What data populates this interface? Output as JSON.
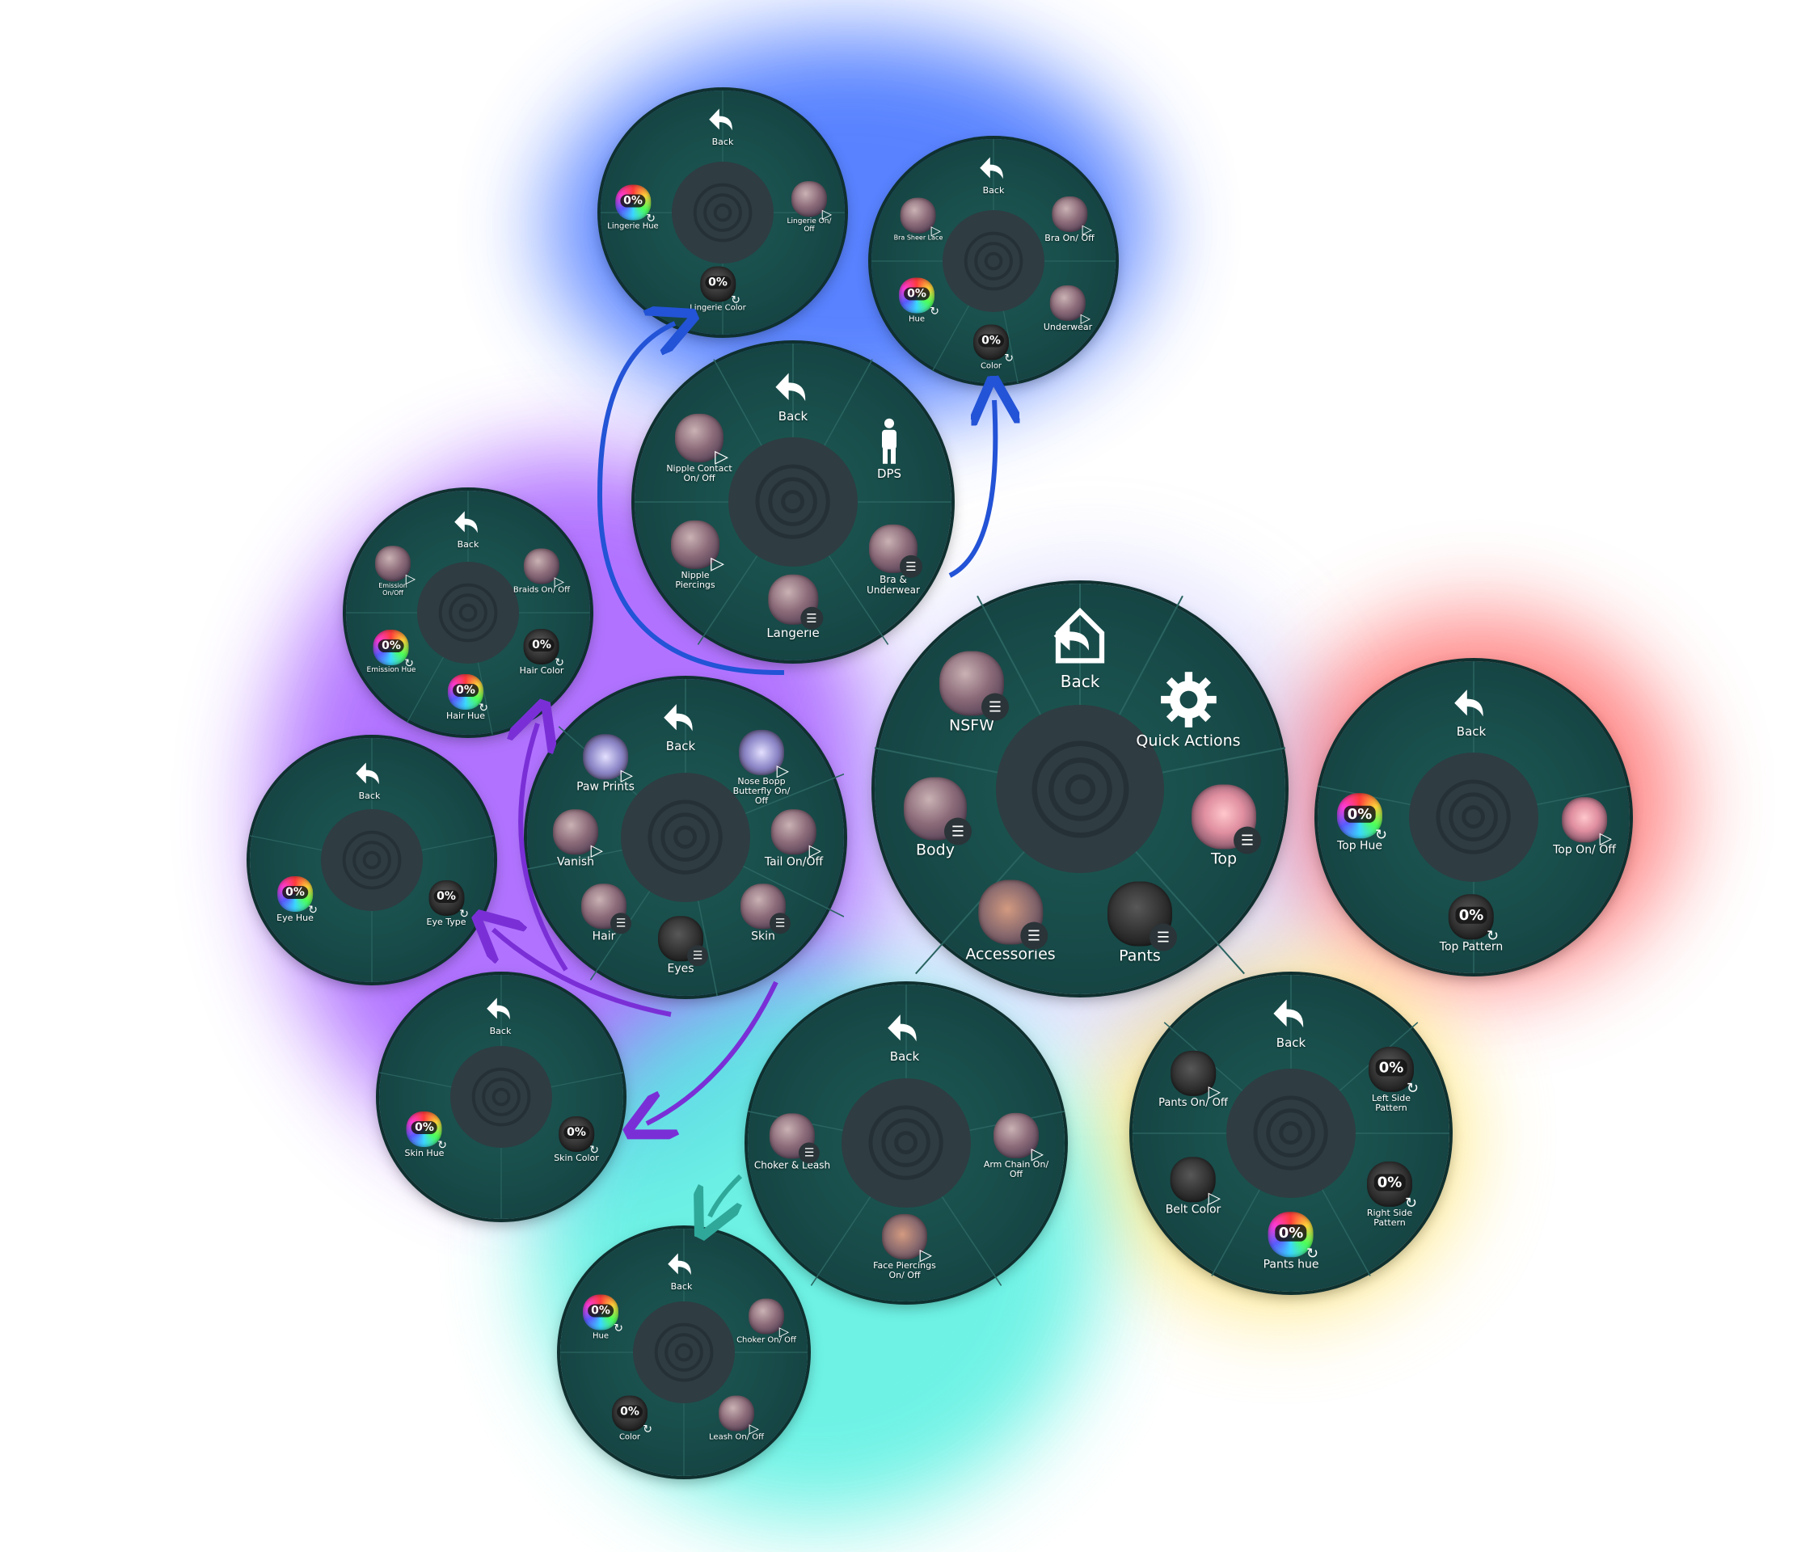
{
  "colors": {
    "panel": "#174a48",
    "hub": "#2f3c42",
    "text": "#ffffff",
    "arrow_blue": "#2353d6",
    "arrow_purple": "#7a2fd6",
    "arrow_teal": "#2fa89a"
  },
  "main": {
    "back_label": "Back",
    "items": {
      "nsfw": "NSFW",
      "quick_actions": "Quick Actions",
      "body": "Body",
      "top": "Top",
      "accessories": "Accessories",
      "pants": "Pants"
    }
  },
  "nsfw_menu": {
    "back_label": "Back",
    "items": {
      "nipple_contact": "Nipple Contact On/ Off",
      "dps": "DPS",
      "nipple_piercings": "Nipple Piercings",
      "bra_underwear": "Bra & Underwear",
      "langerie": "Langerie"
    }
  },
  "lingerie_menu": {
    "back_label": "Back",
    "items": {
      "lingerie_hue": "Lingerie Hue",
      "lingerie_onoff": "Lingerie On/ Off",
      "lingerie_color": "Lingerie Color"
    },
    "pct": {
      "hue": "0%",
      "color": "0%"
    }
  },
  "bra_menu": {
    "back_label": "Back",
    "items": {
      "bra_sheer_lace": "Bra Sheer Lace",
      "bra_onoff": "Bra On/ Off",
      "hue": "Hue",
      "underwear": "Underwear",
      "color": "Color"
    },
    "pct": {
      "hue": "0%",
      "color": "0%"
    }
  },
  "body_menu": {
    "back_label": "Back",
    "items": {
      "paw_prints": "Paw Prints",
      "nose_bopp": "Nose Bopp Butterfly On/ Off",
      "vanish": "Vanish",
      "tail": "Tail On/Off",
      "hair": "Hair",
      "skin": "Skin",
      "eyes": "Eyes"
    }
  },
  "hair_menu": {
    "back_label": "Back",
    "items": {
      "emission_onoff": "Emission On/Off",
      "braids": "Braids On/ Off",
      "emission_hue": "Emission Hue",
      "hair_color": "Hair Color",
      "hair_hue": "Hair Hue"
    },
    "pct": {
      "emission_hue": "0%",
      "hair_color": "0%",
      "hair_hue": "0%"
    }
  },
  "eyes_menu": {
    "back_label": "Back",
    "items": {
      "eye_hue": "Eye Hue",
      "eye_type": "Eye Type"
    },
    "pct": {
      "eye_hue": "0%",
      "eye_type": "0%"
    }
  },
  "skin_menu": {
    "back_label": "Back",
    "items": {
      "skin_hue": "Skin Hue",
      "skin_color": "Skin Color"
    },
    "pct": {
      "skin_hue": "0%",
      "skin_color": "0%"
    }
  },
  "top_menu": {
    "back_label": "Back",
    "items": {
      "top_hue": "Top Hue",
      "top_onoff": "Top On/ Off",
      "top_pattern": "Top  Pattern"
    },
    "pct": {
      "top_hue": "0%",
      "top_pattern": "0%"
    }
  },
  "pants_menu": {
    "back_label": "Back",
    "items": {
      "pants_onoff": "Pants On/ Off",
      "left_pattern": "Left Side Pattern",
      "belt_color": "Belt Color",
      "right_pattern": "Right Side Pattern",
      "pants_hue": "Pants hue"
    },
    "pct": {
      "left_pattern": "0%",
      "right_pattern": "0%",
      "pants_hue": "0%"
    }
  },
  "accessories_menu": {
    "back_label": "Back",
    "items": {
      "choker_leash": "Choker & Leash",
      "arm_chain": "Arm Chain On/ Off",
      "face_piercings": "Face Piercings On/ Off"
    }
  },
  "choker_menu": {
    "back_label": "Back",
    "items": {
      "hue": "Hue",
      "choker_onoff": "Choker On/ Off",
      "color": "Color",
      "leash_onoff": "Leash On/ Off"
    },
    "pct": {
      "hue": "0%",
      "color": "0%"
    }
  }
}
